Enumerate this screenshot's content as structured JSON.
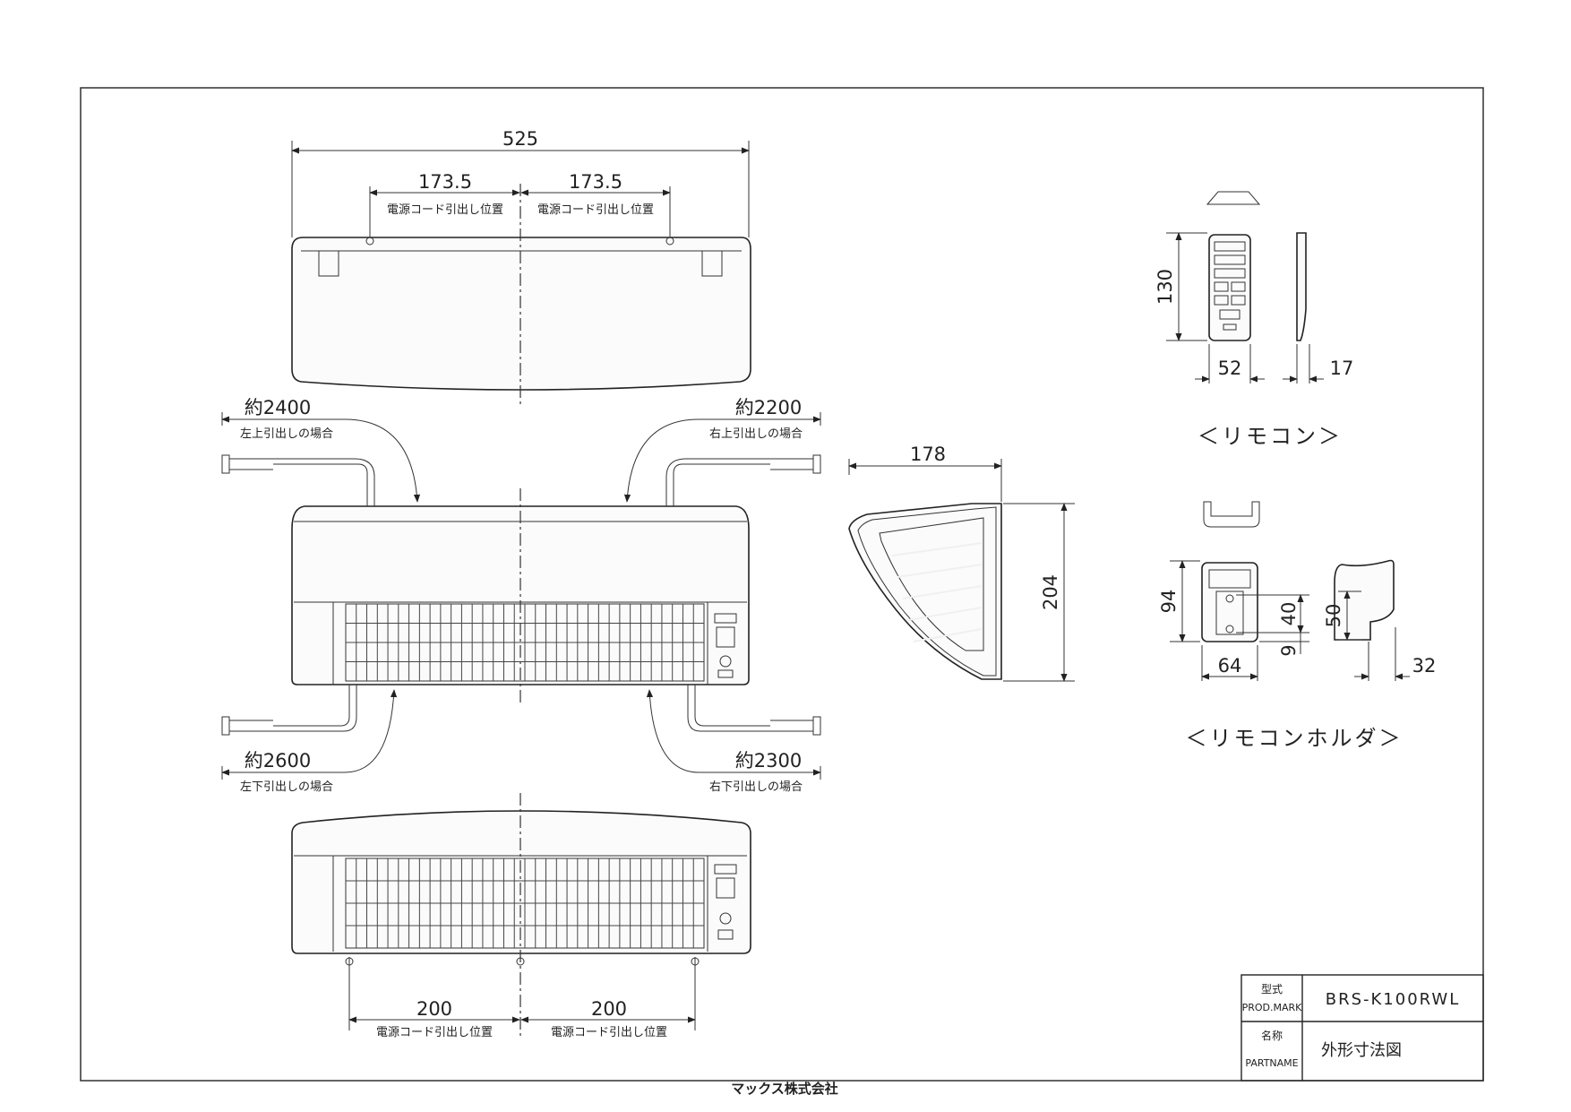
{
  "dims": {
    "top_width": "525",
    "top_half_left": "173.5",
    "top_half_right": "173.5",
    "side_depth": "178",
    "side_height": "204",
    "cord_ul": "約2400",
    "cord_ur": "約2200",
    "cord_ll": "約2600",
    "cord_lr": "約2300",
    "bottom_half_left": "200",
    "bottom_half_right": "200",
    "remote_height": "130",
    "remote_width": "52",
    "remote_depth": "17",
    "holder_height": "94",
    "holder_hole_pitch": "40",
    "holder_hole_offset": "9",
    "holder_width": "64",
    "holder_side_height": "50",
    "holder_depth": "32"
  },
  "labels": {
    "cord_position": "電源コード引出し位置",
    "upper_left_case": "左上引出しの場合",
    "upper_right_case": "右上引出しの場合",
    "lower_left_case": "左下引出しの場合",
    "lower_right_case": "右下引出しの場合",
    "remote_caption": "＜リモコン＞",
    "holder_caption": "＜リモコンホルダ＞"
  },
  "title_block": {
    "model_label_jp": "型式",
    "model_label_en": "PROD.MARK",
    "model_value": "BRS-K100RWL",
    "name_label_jp": "名称",
    "name_label_en": "PARTNAME",
    "name_value": "外形寸法図"
  },
  "company": "マックス株式会社"
}
